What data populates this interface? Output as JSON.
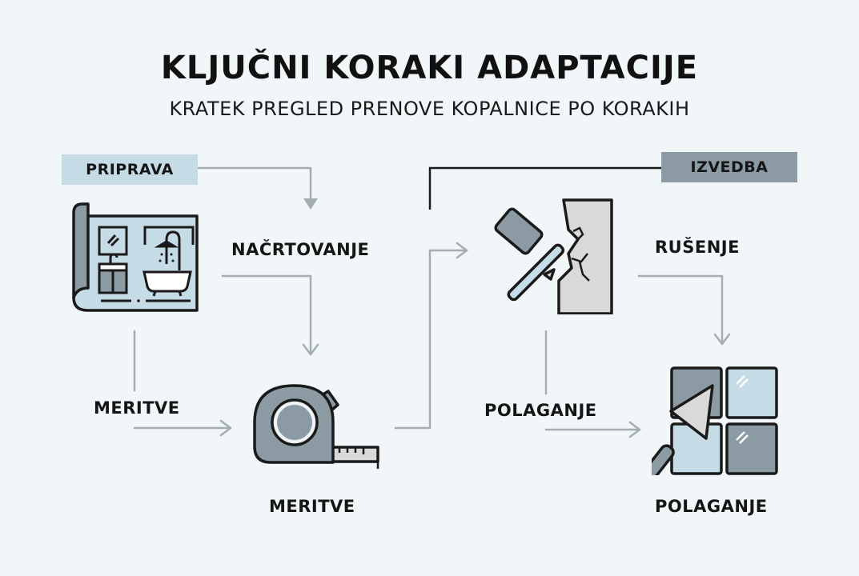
{
  "header": {
    "title": "KLJUČNI KORAKI ADAPTACIJE",
    "subtitle": "KRATEK PREGLED PRENOVE KOPALNICE PO KORAKIH"
  },
  "phases": [
    {
      "id": "priprava",
      "label": "PRIPRAVA",
      "color": "#c5dbe6"
    },
    {
      "id": "izvedba",
      "label": "IZVEDBA",
      "color": "#8c9ba3"
    }
  ],
  "steps": {
    "planning": {
      "label": "NAČRTOVANJE",
      "icon": "bathroom-blueprint-icon"
    },
    "measure_side": {
      "label": "MERITVE"
    },
    "measure_main": {
      "label": "MERITVE",
      "icon": "tape-measure-icon"
    },
    "demolition": {
      "label": "RUŠENJE",
      "icon": "hammer-wall-icon"
    },
    "tiling_side": {
      "label": "POLAGANJE"
    },
    "tiling_main": {
      "label": "POLAGANJE",
      "icon": "trowel-tiles-icon"
    }
  },
  "colors": {
    "background": "#f1f6f9",
    "connector": "#a3adb2",
    "outline": "#1a1a1a",
    "icon_fill_dark": "#8c9ba3",
    "icon_fill_light": "#c5dbe6",
    "icon_fill_grey": "#d9d9d9"
  }
}
